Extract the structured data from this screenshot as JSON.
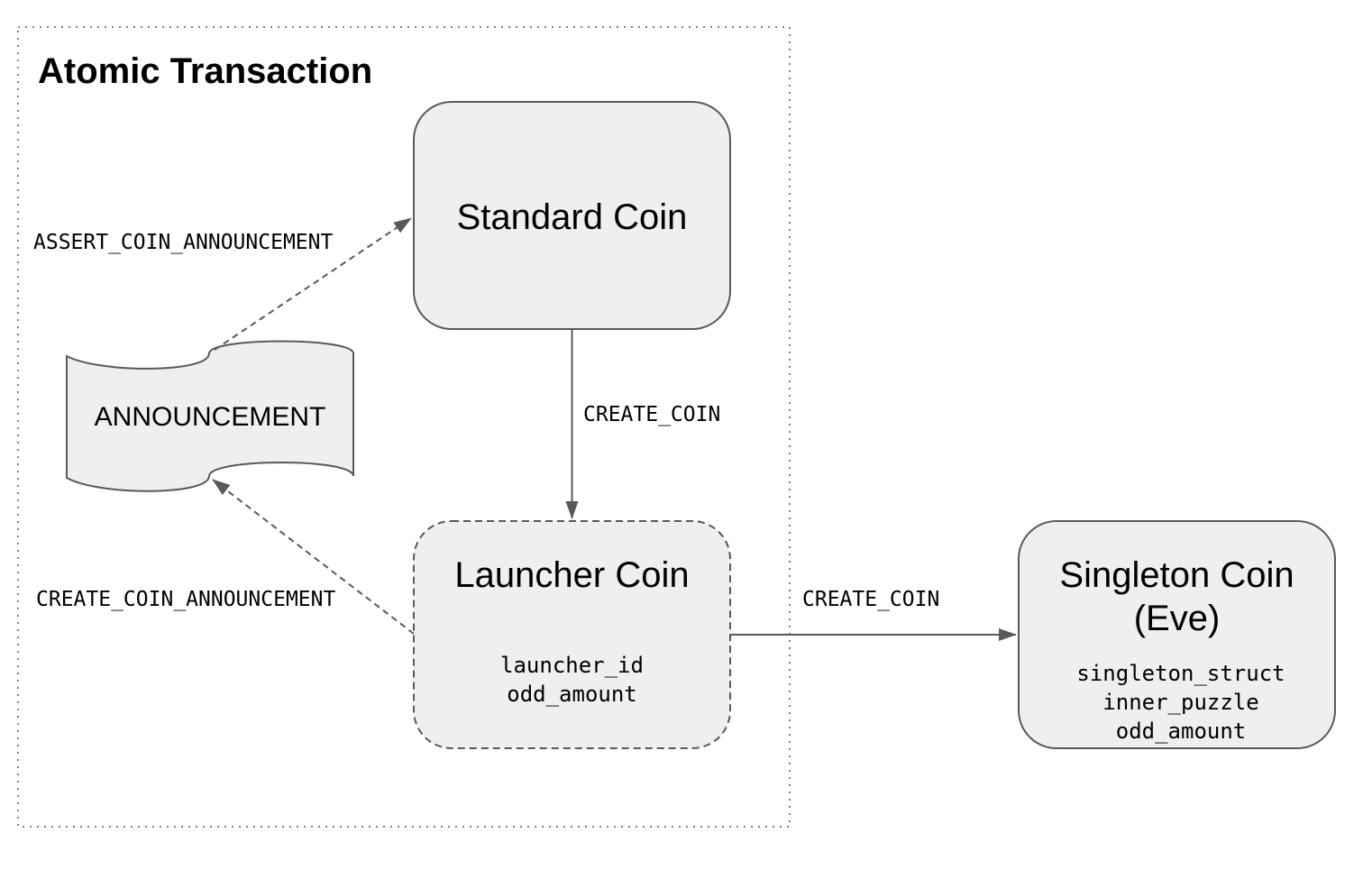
{
  "diagram": {
    "title": "Atomic Transaction",
    "nodes": {
      "standard_coin": {
        "label": "Standard Coin"
      },
      "announcement": {
        "label": "ANNOUNCEMENT"
      },
      "launcher_coin": {
        "label": "Launcher Coin",
        "fields": [
          "launcher_id",
          "odd_amount"
        ]
      },
      "singleton_coin": {
        "label_lines": [
          "Singleton Coin",
          "(Eve)"
        ],
        "fields": [
          "singleton_struct",
          "inner_puzzle",
          "odd_amount"
        ]
      }
    },
    "edges": {
      "standard_to_launcher": {
        "label": "CREATE_COIN"
      },
      "launcher_to_singleton": {
        "label": "CREATE_COIN"
      },
      "announcement_to_standard": {
        "label": "ASSERT_COIN_ANNOUNCEMENT"
      },
      "launcher_to_announcement": {
        "label": "CREATE_COIN_ANNOUNCEMENT"
      }
    },
    "colors": {
      "node_fill": "#efefef",
      "stroke": "#595959",
      "text": "#000000",
      "background": "#ffffff"
    }
  }
}
